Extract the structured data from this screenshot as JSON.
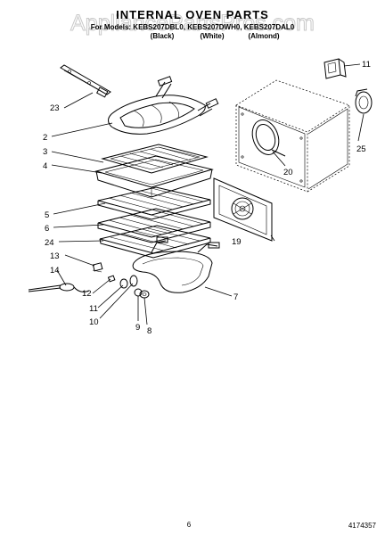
{
  "watermark": "AppliancePartsPros.com",
  "header": {
    "title": "INTERNAL OVEN PARTS",
    "models_line": "For Models: KEBS207DBL0, KEBS207DWH0, KEBS207DAL0",
    "color_black": "(Black)",
    "color_white": "(White)",
    "color_almond": "(Almond)"
  },
  "callouts": [
    {
      "id": "c-23",
      "label": "23"
    },
    {
      "id": "c-2",
      "label": "2"
    },
    {
      "id": "c-3",
      "label": "3"
    },
    {
      "id": "c-4",
      "label": "4"
    },
    {
      "id": "c-5",
      "label": "5"
    },
    {
      "id": "c-6",
      "label": "6"
    },
    {
      "id": "c-24",
      "label": "24"
    },
    {
      "id": "c-13",
      "label": "13"
    },
    {
      "id": "c-14",
      "label": "14"
    },
    {
      "id": "c-12",
      "label": "12"
    },
    {
      "id": "c-11b",
      "label": "11"
    },
    {
      "id": "c-10",
      "label": "10"
    },
    {
      "id": "c-9",
      "label": "9"
    },
    {
      "id": "c-8",
      "label": "8"
    },
    {
      "id": "c-7",
      "label": "7"
    },
    {
      "id": "c-19",
      "label": "19"
    },
    {
      "id": "c-20",
      "label": "20"
    },
    {
      "id": "c-25",
      "label": "25"
    },
    {
      "id": "c-11a",
      "label": "11"
    }
  ],
  "footer": {
    "page_number": "6",
    "doc_number": "4174357"
  }
}
